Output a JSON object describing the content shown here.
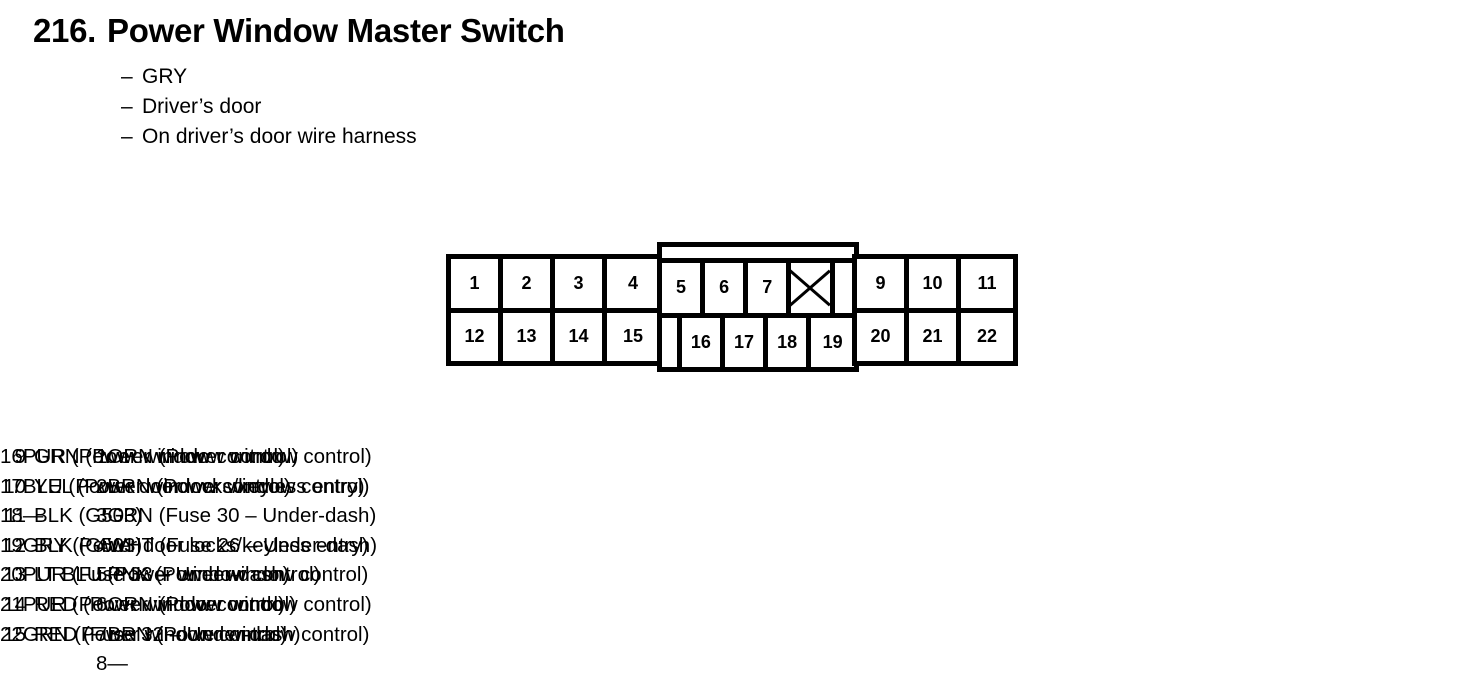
{
  "header": {
    "number": "216.",
    "title": "Power Window Master Switch",
    "bullets": [
      {
        "dash": "–",
        "text": "GRY"
      },
      {
        "dash": "–",
        "text": "Driver’s door"
      },
      {
        "dash": "–",
        "text": "On driver’s door wire harness"
      }
    ]
  },
  "connector": {
    "left_block": {
      "top_row": [
        "1",
        "2",
        "3",
        "4"
      ],
      "bottom_row": [
        "12",
        "13",
        "14",
        "15"
      ]
    },
    "middle_block": {
      "top_row": [
        "5",
        "6",
        "7",
        "",
        ""
      ],
      "bottom_row": [
        "",
        "16",
        "17",
        "18",
        "19"
      ],
      "blanked_cell_label": "x-unused-cavity"
    },
    "right_block": {
      "top_row": [
        "9",
        "10",
        "11"
      ],
      "bottom_row": [
        "20",
        "21",
        "22"
      ]
    }
  },
  "pin_legend": {
    "column_1": [
      {
        "no": "1",
        "desc": "ORN (Power window control)"
      },
      {
        "no": "2",
        "desc": "BRN (Power window control)"
      },
      {
        "no": "3",
        "desc": "GRN (Fuse 30 – Under-dash)"
      },
      {
        "no": "4",
        "desc": "WHT (Fuse 26 – Under-dash)"
      },
      {
        "no": "5",
        "desc": "PNK (Power window control)"
      },
      {
        "no": "6",
        "desc": "ORN (Power window control)"
      },
      {
        "no": "7",
        "desc": "BRN (Power window control)"
      },
      {
        "no": "8",
        "desc": "—"
      }
    ],
    "column_2": [
      {
        "no": "9",
        "desc": "GRN (Power window control)"
      },
      {
        "no": "10",
        "desc": "YEL (Power window control)"
      },
      {
        "no": "11",
        "desc": "BLK (G503)"
      },
      {
        "no": "12",
        "desc": "BLK (G503)"
      },
      {
        "no": "13",
        "desc": "LT BLU (Power window control)"
      },
      {
        "no": "14",
        "desc": "RED (Power window control)"
      },
      {
        "no": "15",
        "desc": "RED (Fuse 32 – Under-dash)"
      }
    ],
    "column_3": [
      {
        "no": "16",
        "desc": "PUR (Power window control)"
      },
      {
        "no": "17",
        "desc": "BLU (Power door locks/keyless entry)"
      },
      {
        "no": "18",
        "desc": "—"
      },
      {
        "no": "19",
        "desc": "GRY (Power door locks/keyless entry)"
      },
      {
        "no": "20",
        "desc": "PUR (Fuse 33 – Under-dash)"
      },
      {
        "no": "21",
        "desc": "PUR (Power window control)"
      },
      {
        "no": "22",
        "desc": "GRN (Power window control)"
      }
    ]
  },
  "colors": {
    "ink": "#000000",
    "paper": "#ffffff"
  }
}
